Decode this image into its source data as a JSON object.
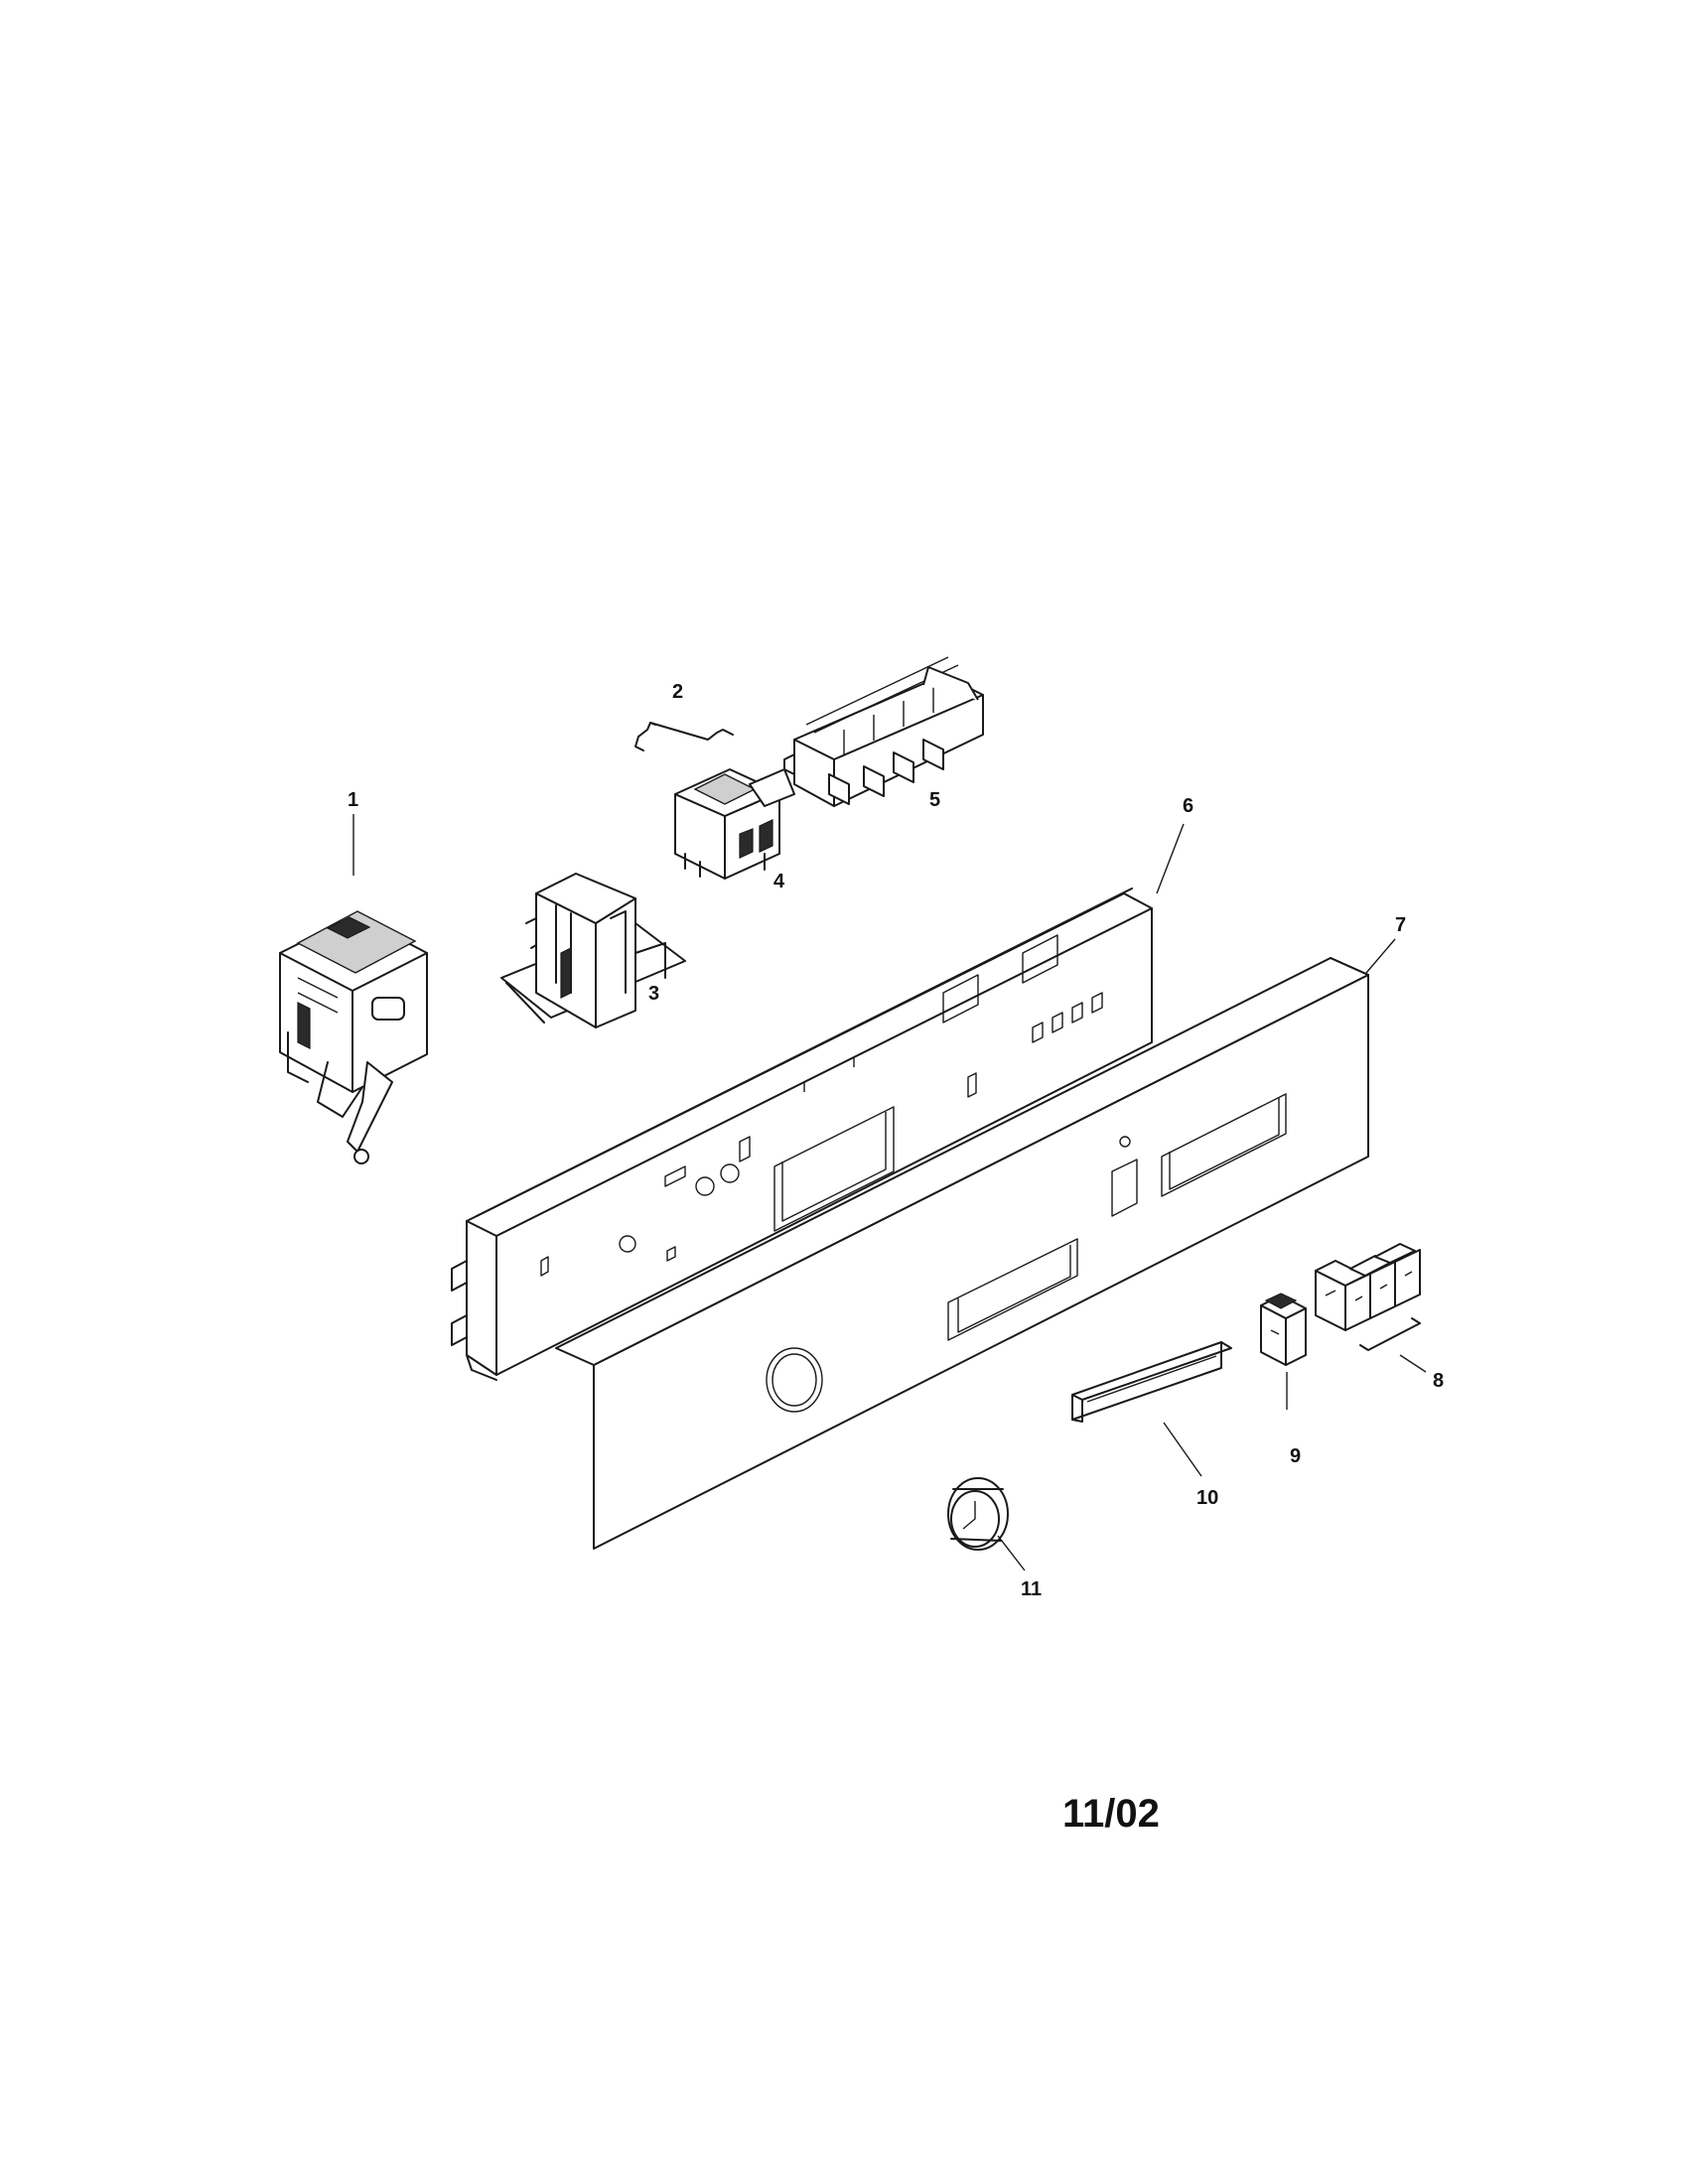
{
  "diagram": {
    "parts": [
      {
        "id": "part-1",
        "label": "1"
      },
      {
        "id": "part-2",
        "label": "2"
      },
      {
        "id": "part-3",
        "label": "3"
      },
      {
        "id": "part-4",
        "label": "4"
      },
      {
        "id": "part-5",
        "label": "5"
      },
      {
        "id": "part-6",
        "label": "6"
      },
      {
        "id": "part-7",
        "label": "7"
      },
      {
        "id": "part-8",
        "label": "8"
      },
      {
        "id": "part-9",
        "label": "9"
      },
      {
        "id": "part-10",
        "label": "10"
      },
      {
        "id": "part-11",
        "label": "11"
      }
    ],
    "date_code": "11/02"
  }
}
